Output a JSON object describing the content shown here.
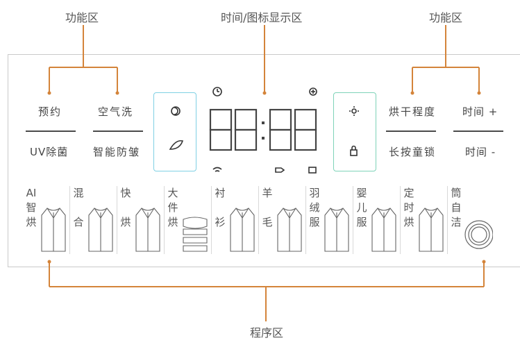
{
  "callouts": {
    "left_function": "功能区",
    "center_display": "时间/图标显示区",
    "right_function": "功能区",
    "program": "程序区"
  },
  "function_keys_left": [
    {
      "top": "预约",
      "bottom": "UV除菌"
    },
    {
      "top": "空气洗",
      "bottom": "智能防皱"
    }
  ],
  "function_keys_right": [
    {
      "top": "烘干程度",
      "bottom": "长按童锁"
    },
    {
      "top": "时间 +",
      "bottom": "时间 -"
    }
  ],
  "display": {
    "digits": "88:88",
    "icons": [
      "clock-icon",
      "child-lock-icon",
      "moon-icon",
      "leaf-icon",
      "wifi-icon",
      "sun-icon",
      "tag-icon",
      "card-icon",
      "lock-small-icon"
    ]
  },
  "programs": [
    {
      "label": "AI\n智\n烘",
      "icon": "suit-icon"
    },
    {
      "label": "混\n\n合",
      "icon": "jacket-icon"
    },
    {
      "label": "快\n\n烘",
      "icon": "shirt-icon"
    },
    {
      "label": "大\n件\n烘",
      "icon": "bedding-icon"
    },
    {
      "label": "衬\n\n衫",
      "icon": "dress-shirt-icon"
    },
    {
      "label": "羊\n\n毛",
      "icon": "sweater-icon"
    },
    {
      "label": "羽\n绒\n服",
      "icon": "down-jacket-icon"
    },
    {
      "label": "婴\n儿\n服",
      "icon": "baby-clothes-icon"
    },
    {
      "label": "定\n时\n烘",
      "icon": "timed-shirt-icon"
    },
    {
      "label": "筒\n自\n洁",
      "icon": "drum-icon"
    }
  ],
  "colors": {
    "leader": "#d4843a",
    "frame_left": "#7fd0e4",
    "frame_right": "#7ed3b8"
  }
}
